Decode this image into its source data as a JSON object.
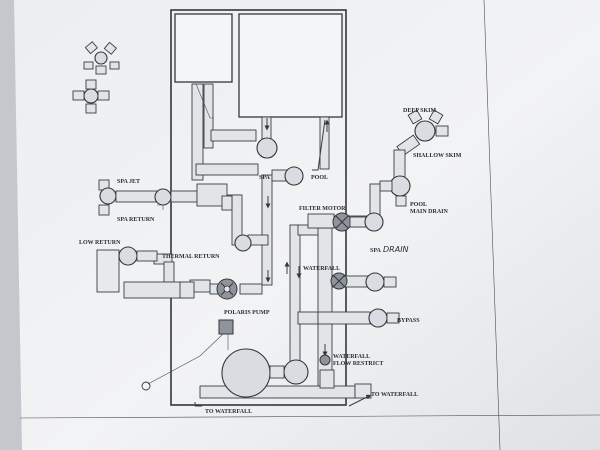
{
  "labels": {
    "deep_skim": "DEEP SKIM",
    "shallow_skim": "SHALLOW SKIM",
    "spa_jet": "SPA JET",
    "spa_return": "SPA RETURN",
    "spa": "SPA",
    "pool": "POOL",
    "filter_motor": "FILTER MOTOR",
    "pool_main_drain_1": "POOL",
    "pool_main_drain_2": "MAIN DRAIN",
    "low_return": "LOW RETURN",
    "thermal_return": "THERMAL RETURN",
    "spa_drain_printed": "SPA",
    "spa_drain_handwritten": "DRAIN",
    "waterfall": "WATERFALL",
    "polaris_pump": "POLARIS PUMP",
    "bypass": "BYPASS",
    "waterfall_flow_restrict_1": "WATERFALL",
    "waterfall_flow_restrict_2": "FLOW RESTRICT",
    "to_waterfall_bottom": "TO WATERFALL",
    "to_waterfall_right": "TO WATERFALL"
  },
  "colors": {
    "paper": "#f1f2f3",
    "ink": "#33363c",
    "pipe_fill": "#e2e5e8",
    "shadow": "#c9cdd2"
  },
  "icons": {
    "valve": "three-way-valve-icon",
    "pump": "pump-icon",
    "arrow": "flow-arrow-icon"
  }
}
